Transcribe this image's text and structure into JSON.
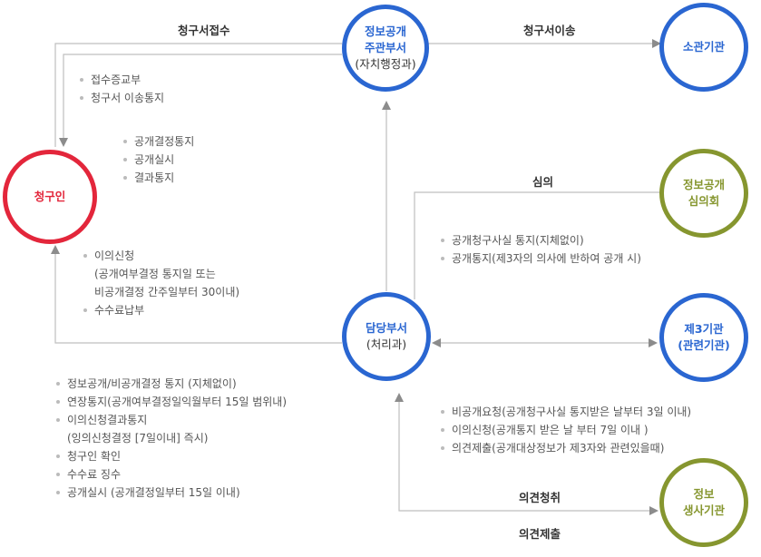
{
  "nodes": {
    "info_dept": {
      "line1": "정보공개",
      "line2": "주관부서",
      "line3": "(자치행정과)"
    },
    "agency": {
      "line1": "소관기관"
    },
    "requester": {
      "line1": "청구인"
    },
    "committee": {
      "line1": "정보공개",
      "line2": "심의회"
    },
    "charge_dept": {
      "line1": "담당부서",
      "line2": "(처리과)"
    },
    "third_party": {
      "line1": "제3기관",
      "line2": "(관련기관)"
    },
    "producer": {
      "line1": "정보",
      "line2": "생사기관"
    }
  },
  "edges": {
    "receipt": "청구서접수",
    "transfer": "청구서이송",
    "deliberation": "심의",
    "opinion_request": "의견청취",
    "opinion_submit": "의견제출"
  },
  "notes": {
    "receipt": [
      "접수증교부",
      "청구서 이송통지"
    ],
    "decision": [
      "공개결정통지",
      "공개실시",
      "결과통지"
    ],
    "objection": [
      {
        "text": "이의신청",
        "bullet": true
      },
      {
        "text": "(공개여부결정 통지일 또는",
        "bullet": false
      },
      {
        "text": "비공개결정 간주일부터 30이내)",
        "bullet": false
      },
      {
        "text": "수수료납부",
        "bullet": true
      }
    ],
    "committee": [
      "공개청구사실 통지(지체없이)",
      "공개통지(제3자의 의사에 반하여 공개 시)"
    ],
    "processing": [
      {
        "text": "정보공개/비공개결정 통지 (지체없이)",
        "bullet": true
      },
      {
        "text": "연장통지(공개여부결정일익월부터 15일 범위내)",
        "bullet": true
      },
      {
        "text": "이의신청결과통지",
        "bullet": true
      },
      {
        "text": "(잉의신청결정 [7일이내] 즉시)",
        "bullet": false
      },
      {
        "text": "청구인 확인",
        "bullet": true
      },
      {
        "text": "수수료 징수",
        "bullet": true
      },
      {
        "text": "공개실시 (공개결정일부터 15일 이내)",
        "bullet": true
      }
    ],
    "third_party": [
      "비공개요청(공개청구사실 통지받은 날부터 3일 이내)",
      "이의신청(공개통지 받은 날 부터 7일 이내 )",
      "의견제출(공개대상정보가 제3자와 관련있을때)"
    ]
  },
  "colors": {
    "blue": "#2a66d1",
    "red": "#e3263b",
    "olive": "#86962f",
    "line": "#bfbfbf",
    "arrow": "#8c8c8c"
  }
}
